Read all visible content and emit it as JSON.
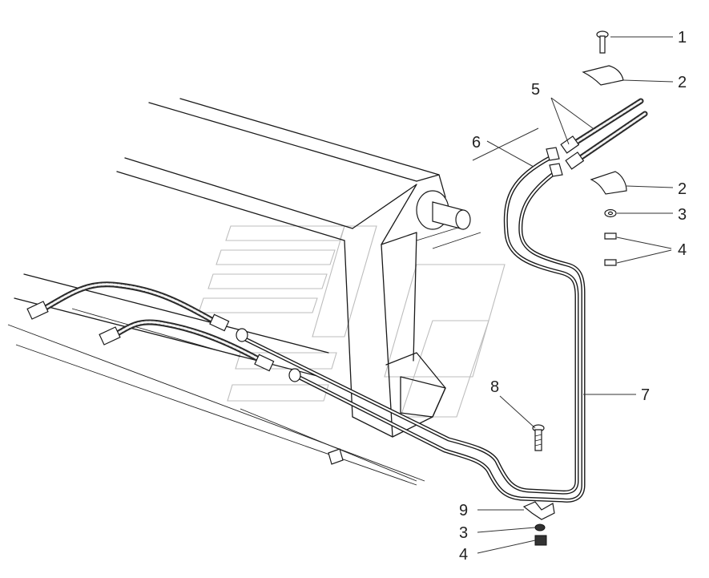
{
  "callouts": [
    {
      "id": "c1",
      "label": "1"
    },
    {
      "id": "c2a",
      "label": "2"
    },
    {
      "id": "c5",
      "label": "5"
    },
    {
      "id": "c6",
      "label": "6"
    },
    {
      "id": "c2b",
      "label": "2"
    },
    {
      "id": "c3a",
      "label": "3"
    },
    {
      "id": "c4a",
      "label": "4"
    },
    {
      "id": "c8",
      "label": "8"
    },
    {
      "id": "c7",
      "label": "7"
    },
    {
      "id": "c9",
      "label": "9"
    },
    {
      "id": "c3b",
      "label": "3"
    },
    {
      "id": "c4b",
      "label": "4"
    }
  ]
}
